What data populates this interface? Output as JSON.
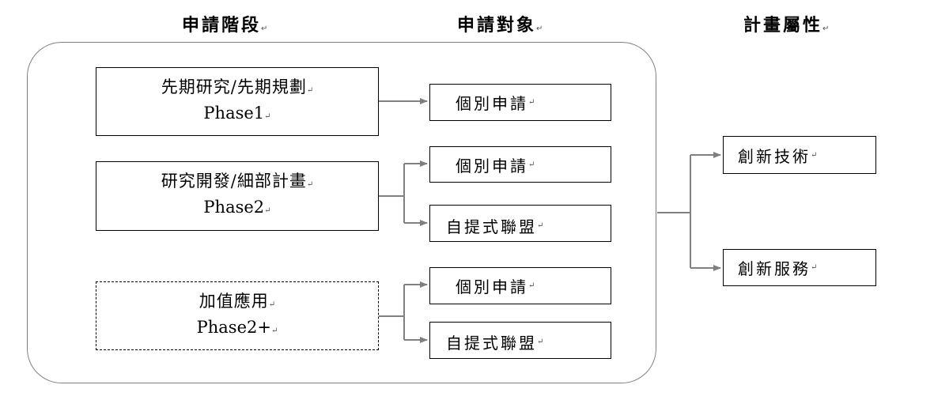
{
  "headers": {
    "stage": "申請階段",
    "target": "申請對象",
    "attribute": "計畫屬性",
    "mark": "↵"
  },
  "stages": [
    {
      "title": "先期研究/先期規劃",
      "phase": "Phase1",
      "border": "solid",
      "targets": [
        "個別申請"
      ]
    },
    {
      "title": "研究開發/細部計畫",
      "phase": "Phase2",
      "border": "solid",
      "targets": [
        "個別申請",
        "自提式聯盟"
      ]
    },
    {
      "title": "加值應用",
      "phase": "Phase2+",
      "border": "dashed",
      "targets": [
        "個別申請",
        "自提式聯盟"
      ]
    }
  ],
  "attributes": [
    "創新技術",
    "創新服務"
  ],
  "colors": {
    "connector": "#808080",
    "frame": "#808080",
    "box_border": "#000000"
  }
}
